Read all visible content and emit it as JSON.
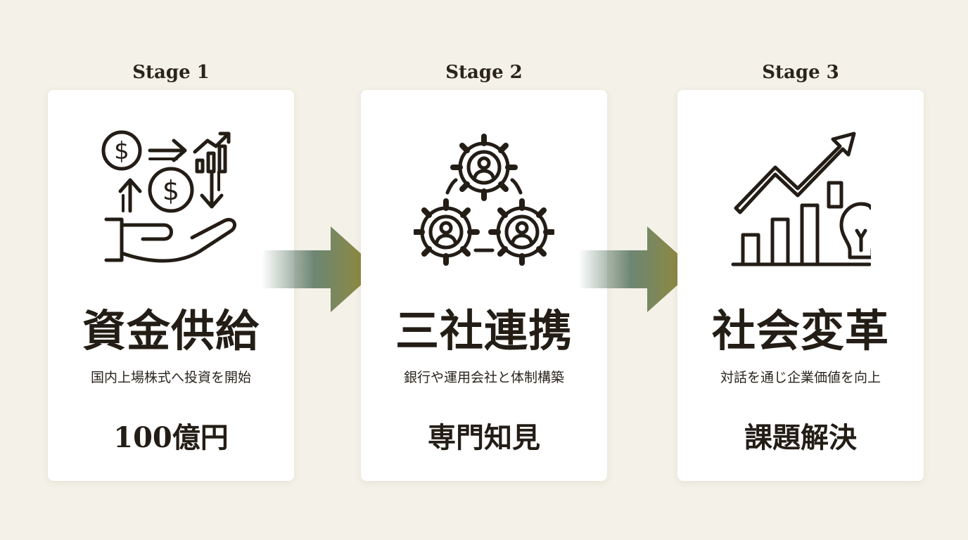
{
  "stages": [
    {
      "label": "Stage 1",
      "icon": "money-flow-hand-icon",
      "title": "資金供給",
      "description": "国内上場株式へ投資を開始",
      "highlight": "100億円"
    },
    {
      "label": "Stage 2",
      "icon": "three-gears-people-icon",
      "title": "三社連携",
      "description": "銀行や運用会社と体制構築",
      "highlight": "専門知見"
    },
    {
      "label": "Stage 3",
      "icon": "growth-chart-lightbulb-icon",
      "title": "社会変革",
      "description": "対話を通じ企業価値を向上",
      "highlight": "課題解決"
    }
  ],
  "colors": {
    "background": "#f4f1e8",
    "card": "#ffffff",
    "text": "#231d16",
    "arrow_start": "#5e7a67",
    "arrow_end": "#9a8a2c"
  }
}
